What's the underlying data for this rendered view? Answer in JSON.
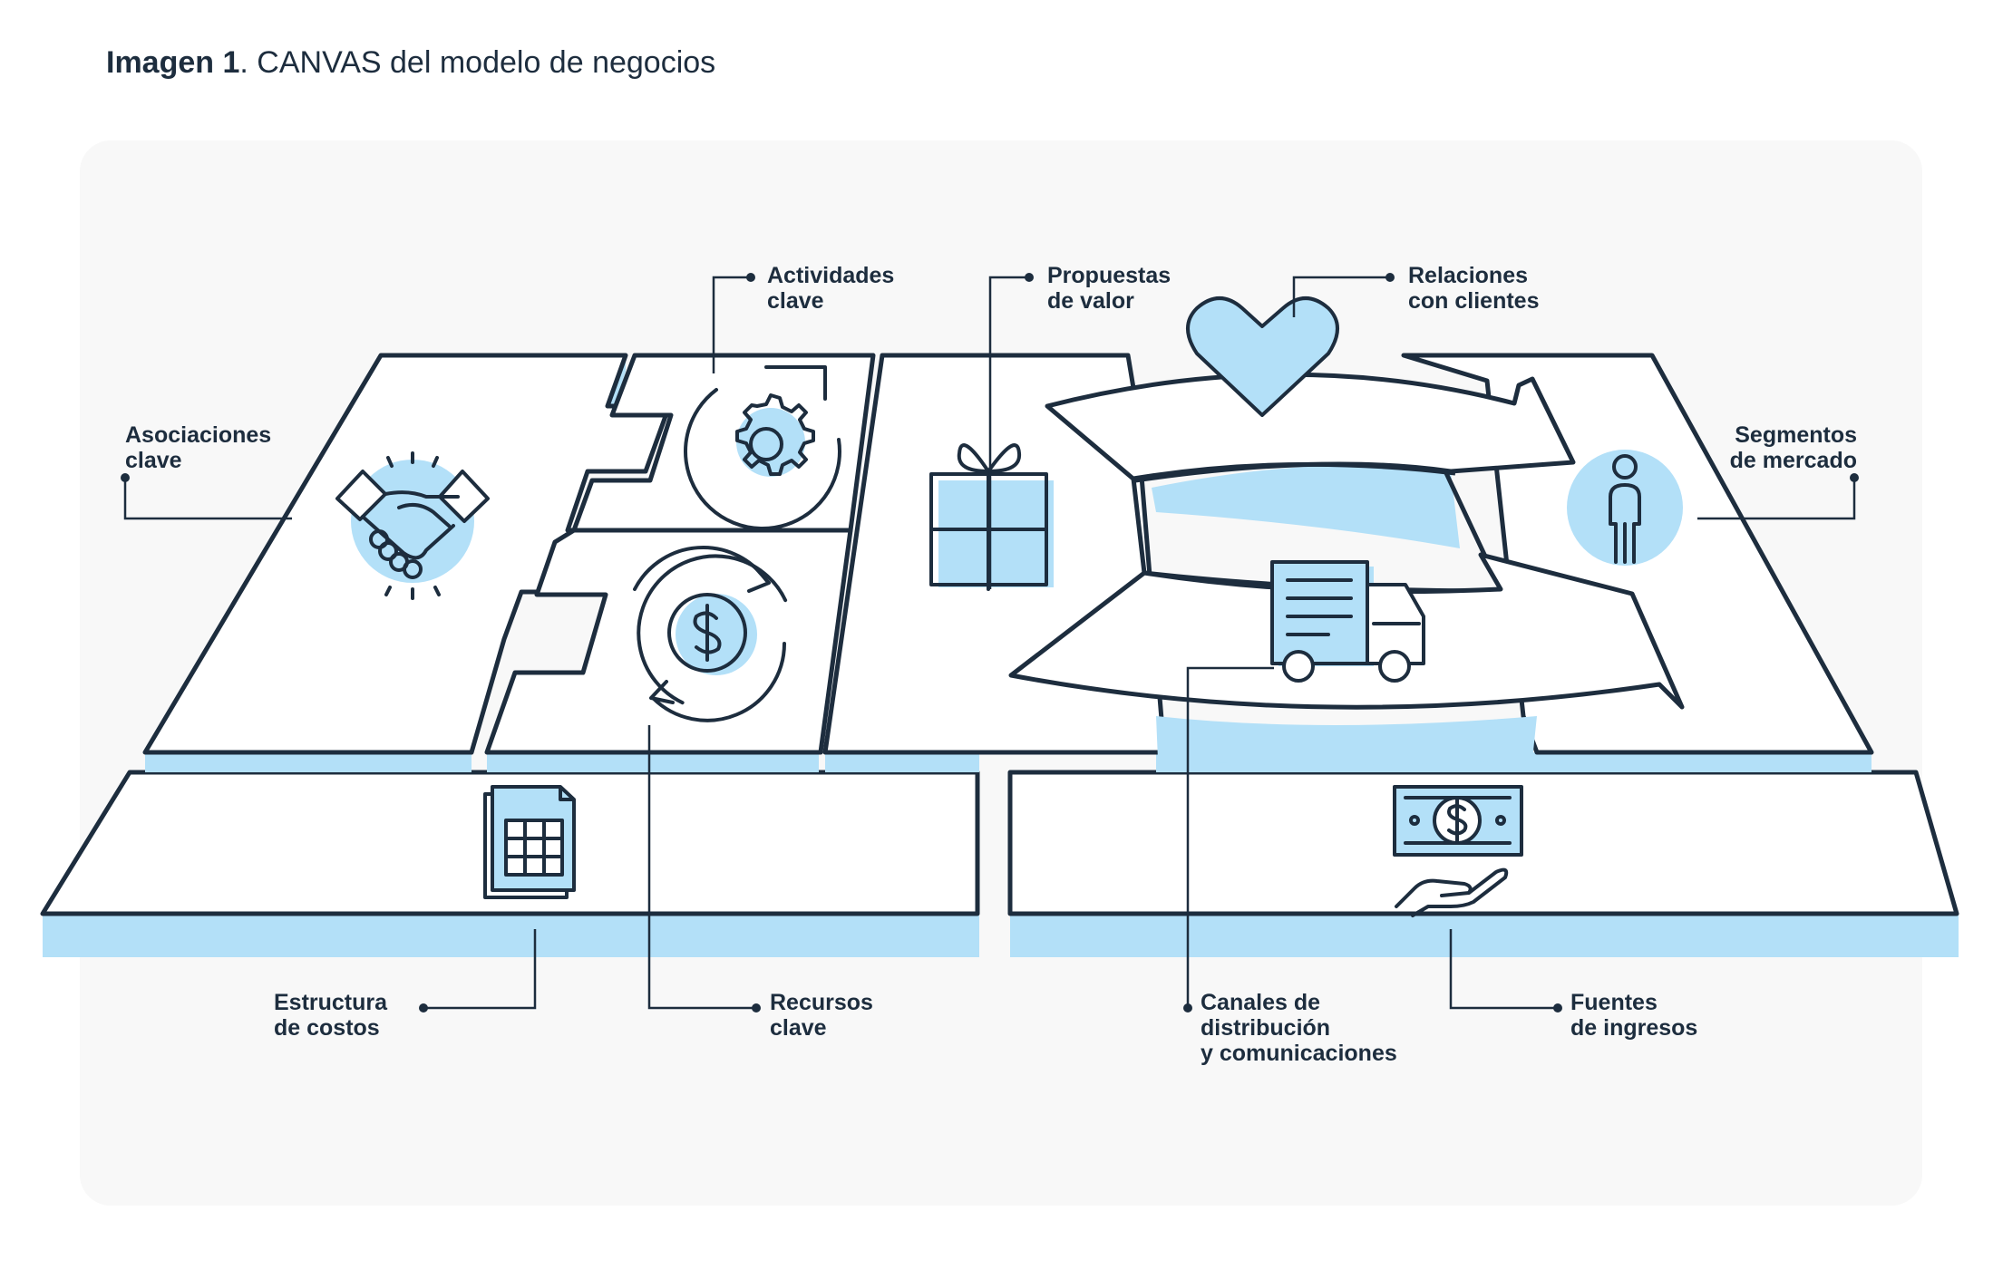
{
  "title": {
    "bold": "Imagen 1",
    "rest": ". CANVAS del modelo de negocios"
  },
  "blocks": {
    "key_partners": {
      "line1": "Asociaciones",
      "line2": "clave",
      "icon": "handshake-icon"
    },
    "key_activities": {
      "line1": "Actividades",
      "line2": "clave",
      "icon": "gear-cycle-icon"
    },
    "value_propositions": {
      "line1": "Propuestas",
      "line2": "de valor",
      "icon": "gift-icon"
    },
    "customer_relations": {
      "line1": "Relaciones",
      "line2": "con clientes",
      "icon": "heart-icon"
    },
    "customer_segments": {
      "line1": "Segmentos",
      "line2": "de mercado",
      "icon": "person-icon"
    },
    "cost_structure": {
      "line1": "Estructura",
      "line2": "de costos",
      "icon": "spreadsheet-icon"
    },
    "key_resources": {
      "line1": "Recursos",
      "line2": "clave",
      "icon": "dollar-gear-icon"
    },
    "channels": {
      "line1": "Canales de",
      "line2": "distribución",
      "line3": "y comunicaciones",
      "icon": "delivery-truck-icon"
    },
    "revenue_streams": {
      "line1": "Fuentes",
      "line2": "de ingresos",
      "icon": "money-hand-icon"
    }
  },
  "colors": {
    "outline": "#1d2d3e",
    "accent": "#b3e0f8",
    "panel": "#f8f8f8",
    "text": "#1d2d3e"
  }
}
